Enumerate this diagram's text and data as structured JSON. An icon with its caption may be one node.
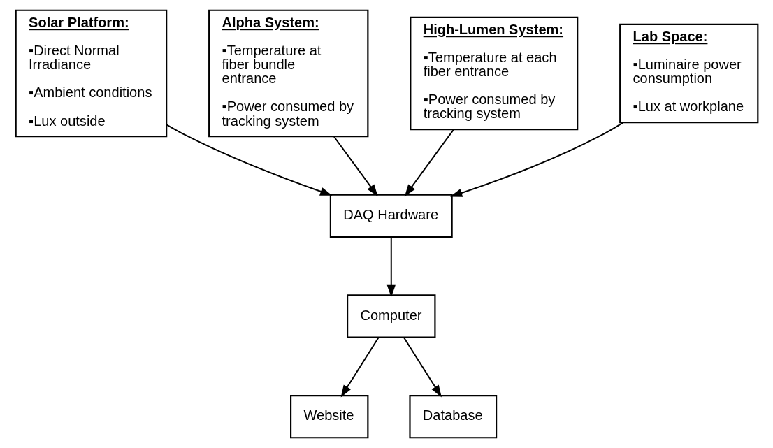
{
  "diagram": {
    "nodes": [
      {
        "text": [
          "Alpha System:",
          "▪Temperature at fiber bundle entrance",
          "▪Power consumed by tracking system"
        ]
      },
      {
        "text": [
          "High-Lumen System:",
          "▪Temperature at each fiber entrance",
          "▪Power consumed by tracking system"
        ]
      },
      {
        "text": [
          "Solar Platform:",
          "▪Direct Normal Irradiance",
          "▪Ambient conditions",
          "▪Lux outside"
        ]
      },
      {
        "text": [
          "Lab Space:",
          "▪Luminaire power consumption",
          "▪Lux at workplane"
        ]
      },
      {
        "text": [
          "DAQ Hardware"
        ]
      },
      {
        "text": [
          "Computer"
        ]
      },
      {
        "text": [
          "Website"
        ]
      },
      {
        "text": [
          "Database"
        ]
      }
    ],
    "edges": [
      {
        "from": 2,
        "to": 4,
        "arrow": "to"
      },
      {
        "from": 0,
        "to": 4,
        "arrow": "to"
      },
      {
        "from": 1,
        "to": 4,
        "arrow": "to"
      },
      {
        "from": 3,
        "to": 4,
        "arrow": "to"
      },
      {
        "from": 4,
        "to": 5,
        "arrow": "to"
      },
      {
        "from": 5,
        "to": 6,
        "arrow": "to"
      },
      {
        "from": 5,
        "to": 7,
        "arrow": "to"
      }
    ]
  }
}
